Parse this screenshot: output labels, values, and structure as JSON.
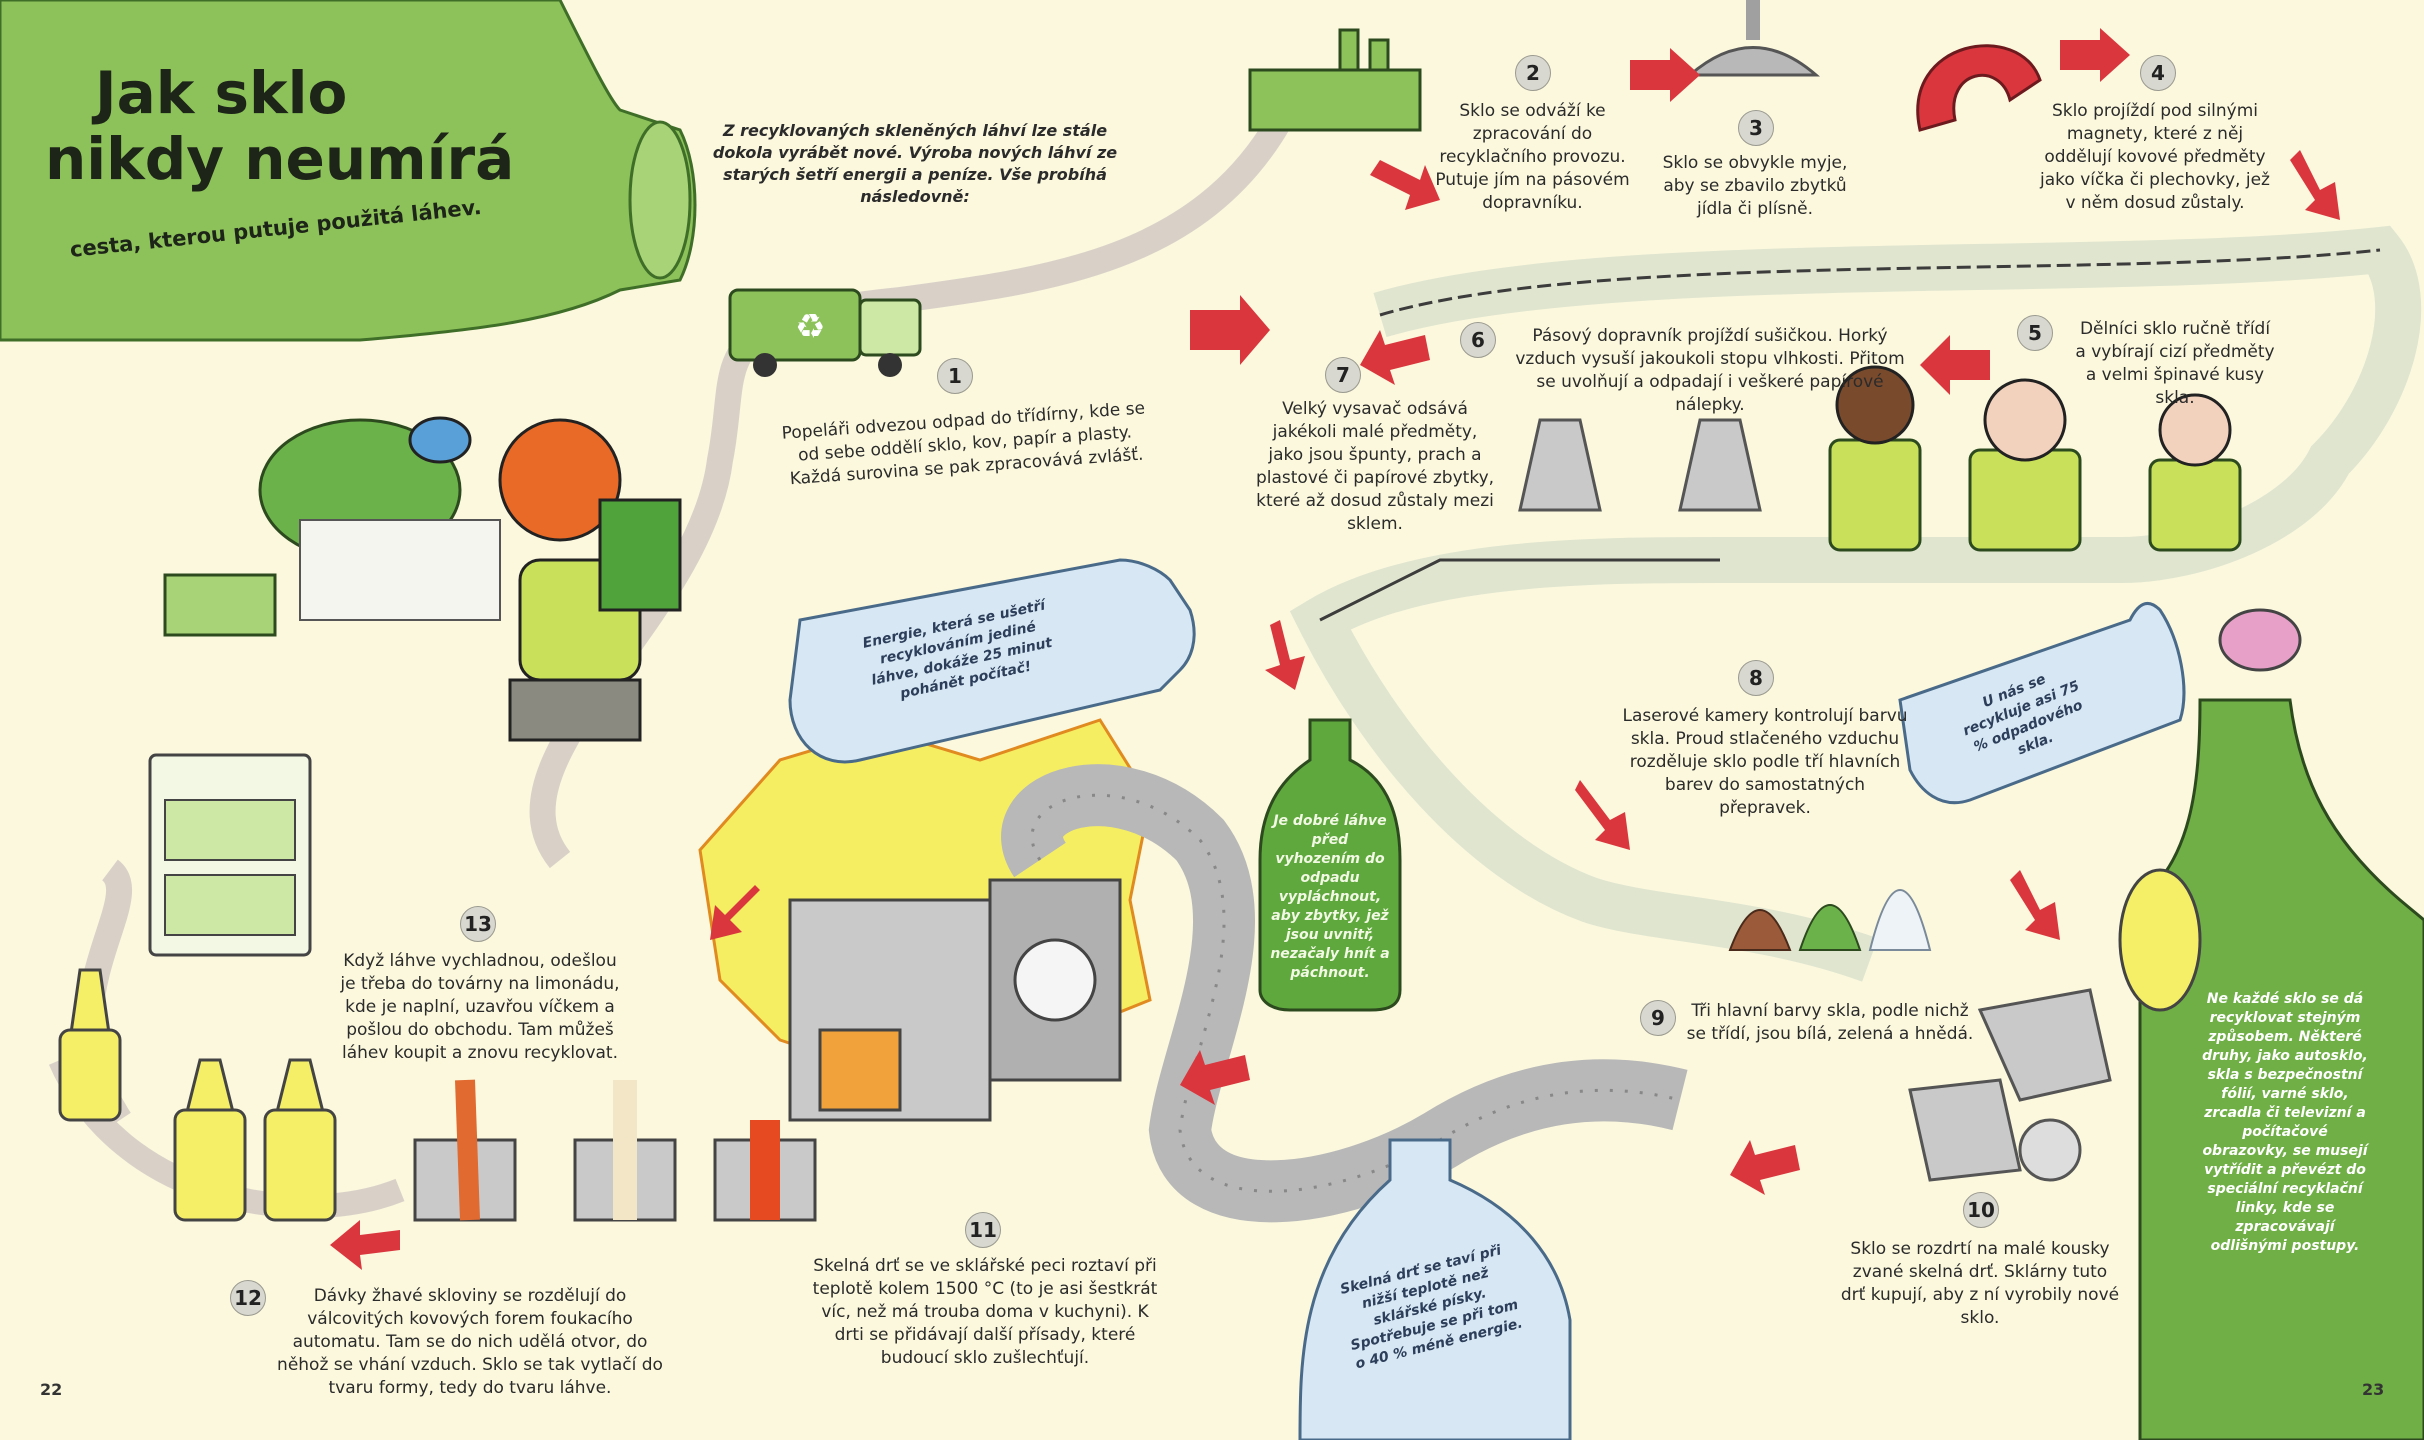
{
  "title_line1": "Jak sklo",
  "title_line2": "nikdy neumírá",
  "subtitle": "cesta, kterou putuje použitá láhev.",
  "intro": "Z recyklovaných skleněných láhví lze stále dokola vyrábět nové. Výroba nových láhví ze starých šetří energii a peníze. Vše probíhá následovně:",
  "steps": [
    {
      "num": "1",
      "text": "Popeláři odvezou odpad do třídírny, kde se od sebe oddělí sklo, kov, papír a plasty. Každá surovina se pak zpracovává zvlášť."
    },
    {
      "num": "2",
      "text": "Sklo se odváží ke zpracování do recyklačního provozu. Putuje jím na pásovém dopravníku."
    },
    {
      "num": "3",
      "text": "Sklo se obvykle myje, aby se zbavilo zbytků jídla či plísně."
    },
    {
      "num": "4",
      "text": "Sklo projíždí pod silnými magnety, které z něj oddělují kovové předměty jako víčka či plechovky, jež v něm dosud zůstaly."
    },
    {
      "num": "5",
      "text": "Dělníci sklo ručně třídí a vybírají cizí předměty a velmi špinavé kusy skla."
    },
    {
      "num": "6",
      "text": "Pásový dopravník projíždí sušičkou. Horký vzduch vysuší jakoukoli stopu vlhkosti. Přitom se uvolňují a odpadají i veškeré papírové nálepky."
    },
    {
      "num": "7",
      "text": "Velký vysavač odsává jakékoli malé předměty, jako jsou špunty, prach a plastové či papírové zbytky, které až dosud zůstaly mezi sklem."
    },
    {
      "num": "8",
      "text": "Laserové kamery kontrolují barvu skla. Proud stlačeného vzduchu rozděluje sklo podle tří hlavních barev do samostatných přepravek."
    },
    {
      "num": "9",
      "text": "Tři hlavní barvy skla, podle nichž se třídí, jsou bílá, zelená a hnědá."
    },
    {
      "num": "10",
      "text": "Sklo se rozdrtí na malé kousky zvané skelná drť. Sklárny tuto drť kupují, aby z ní vyrobily nové sklo."
    },
    {
      "num": "11",
      "text": "Skelná drť se ve sklářské peci roztaví při teplotě kolem 1500 °C (to je asi šestkrát víc, než má trouba doma v kuchyni). K drti se přidávají další přísady, které budoucí sklo zušlechťují."
    },
    {
      "num": "12",
      "text": "Dávky žhavé skloviny se rozdělují do válcovitých kovových forem foukacího automatu. Tam se do nich udělá otvor, do něhož se vhání vzduch. Sklo se tak vytlačí do tvaru formy, tedy do tvaru láhve."
    },
    {
      "num": "13",
      "text": "Když láhve vychladnou, odešlou je třeba do továrny na limonádu, kde je naplní, uzavřou víčkem a pošlou do obchodu. Tam můžeš láhev koupit a znovu recyklovat."
    }
  ],
  "bottle_notes": {
    "energy": "Energie, která se ušetří recyklováním jediné láhve, dokáže 25 minut pohánět počítač!",
    "rinse": "Je dobré láhve před vyhozením do odpadu vypláchnout, aby zbytky, jež jsou uvnitř, nezačaly hnít a páchnout.",
    "melt": "Skelná drť se taví při nižší teplotě než sklářské písky. Spotřebuje se při tom o 40 % méně energie.",
    "recycle_rate": "U nás se recykluje asi 75 % odpadového skla.",
    "not_every": "Ne každé sklo se dá recyklovat stejným způsobem. Některé druhy, jako autosklo, skla s bezpečnostní fólií, varné sklo, zrcadla či televizní a počítačové obrazovky, se musejí vytřídit a převézt do speciální recyklační linky, kde se zpracovávají odlišnými postupy."
  },
  "page_left": "22",
  "page_right": "23",
  "colors": {
    "background": "#fbf8dd",
    "bottle_green": "#8dc25a",
    "dark_green": "#5b9a3a",
    "glass_blue": "#d7e8f4",
    "arrow_red": "#d9363e"
  }
}
